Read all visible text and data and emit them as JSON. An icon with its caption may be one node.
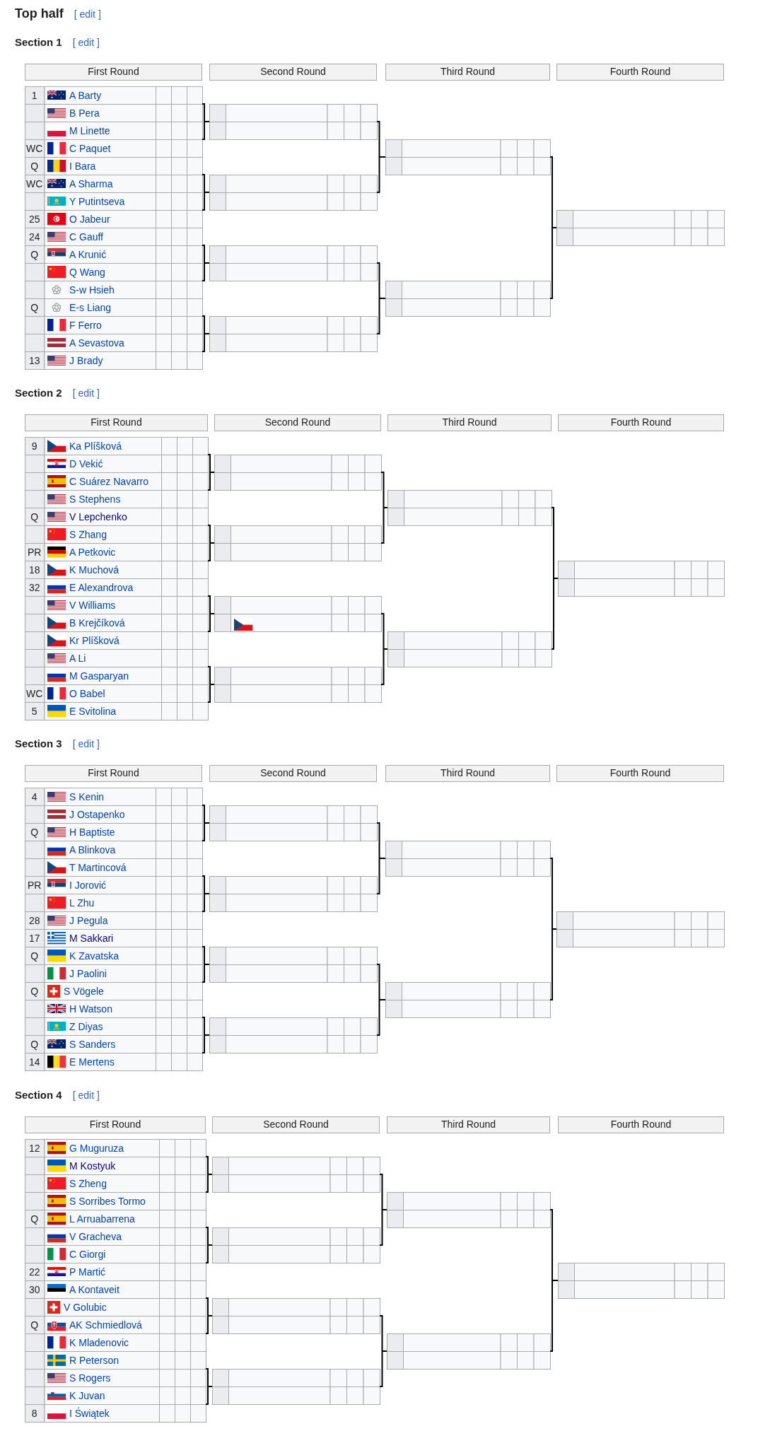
{
  "diagram": {
    "title": "Top half",
    "labels": [
      "[ edit ]",
      "Section 1",
      "[ edit ]",
      "First Round",
      "Second Round",
      "Third Round",
      "Fourth Round",
      "1",
      "A Barty",
      "B Pera",
      "M Linette",
      "WC",
      "C Paquet",
      "Q",
      "I Bara",
      "WC",
      "A Sharma",
      "Y Putintseva",
      "25",
      "O Jabeur",
      "24",
      "C Gauff",
      "Q",
      "A Krunić",
      "Q Wang",
      "S-w Hsieh",
      "Q",
      "E-s Liang",
      "F Ferro",
      "A Sevastova",
      "13",
      "J Brady",
      "Section 2",
      "[ edit ]",
      "First Round",
      "Second Round",
      "Third Round",
      "Fourth Round",
      "9",
      "Ka Plíšková",
      "D Vekić",
      "C Suárez Navarro",
      "S Stephens",
      "Q",
      "V Lepchenko",
      "S Zhang",
      "PR",
      "A Petkovic",
      "18",
      "K Muchová",
      "32",
      "E Alexandrova",
      "V Williams",
      "B Krejčíková",
      "Kr Plíšková",
      "A Li",
      "M Gasparyan",
      "WC",
      "O Babel",
      "5",
      "E Svitolina",
      "Section 3",
      "[ edit ]",
      "First Round",
      "Second Round",
      "Third Round",
      "Fourth Round",
      "4",
      "S Kenin",
      "J Ostapenko",
      "Q",
      "H Baptiste",
      "A Blinkova",
      "T Martincová",
      "PR",
      "I Jorović",
      "L Zhu",
      "28",
      "J Pegula",
      "17",
      "M Sakkari",
      "Q",
      "K Zavatska",
      "J Paolini",
      "Q",
      "S Vögele",
      "H Watson",
      "Z Diyas",
      "Q",
      "S Sanders",
      "14",
      "E Mertens",
      "Section 4",
      "[ edit ]",
      "First Round",
      "Second Round",
      "Third Round",
      "Fourth Round",
      "12",
      "G Muguruza",
      "M Kostyuk",
      "S Zheng",
      "S Sorribes Tormo",
      "Q",
      "L Arruabarrena",
      "V Gracheva",
      "C Giorgi",
      "22",
      "P Martić",
      "30",
      "A Kontaveit",
      "V Golubic",
      "Q",
      "AK Schmiedlová",
      "K Mladenovic",
      "R Peterson",
      "S Rogers",
      "K Juvan",
      "8",
      "I Świątek"
    ]
  }
}
